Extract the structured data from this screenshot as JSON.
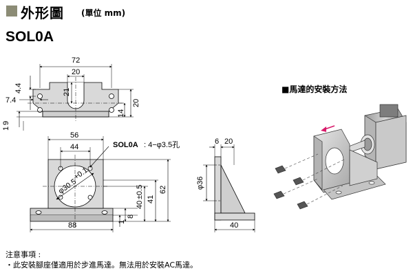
{
  "header": {
    "title": "外形圖",
    "unit": "(單位 mm)"
  },
  "model_name": "SOL0A",
  "install_title": "■馬達的安裝方法",
  "callout": {
    "model": "SOL0A",
    "spec": ": 4−φ3.5孔"
  },
  "top_view": {
    "dims": {
      "width": "72",
      "slot_width": "20",
      "slot_depth": "21",
      "hole_offset_y": "4.4",
      "hole_offset_x": "7.4",
      "height_a": "20",
      "height_b": "14",
      "side_a": "9",
      "side_b": "1"
    }
  },
  "front_view": {
    "dims": {
      "bolt_width": "56",
      "plate_width": "44",
      "bore": "φ30.5",
      "bore_tol": "+0.1",
      "center_height": "40",
      "center_tol": "±0.5",
      "height_41": "41",
      "height_62": "62",
      "base_width": "88",
      "base_1": "1",
      "base_8": "8"
    }
  },
  "side_view": {
    "dims": {
      "t6": "6",
      "t20": "20",
      "dia36": "φ36",
      "depth40": "40"
    }
  },
  "notes": {
    "title": "注意事項 :",
    "body": "・此安裝腳座僅適用於步進馬達。無法用於安裝AC馬達。"
  }
}
